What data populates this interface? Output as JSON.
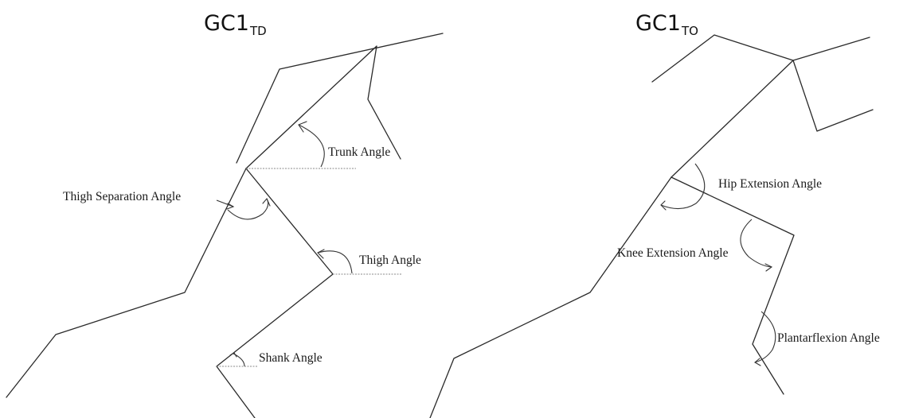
{
  "panels": [
    {
      "title": "GC1",
      "subscript": "TD"
    },
    {
      "title": "GC1",
      "subscript": "TO"
    }
  ],
  "labels": {
    "trunk": "Trunk Angle",
    "thigh_separation": "Thigh  Separation Angle",
    "thigh": "Thigh Angle",
    "shank": "Shank Angle",
    "hip_extension": "Hip Extension Angle",
    "knee_extension": "Knee Extension Angle",
    "plantarflexion": "Plantarflexion Angle"
  }
}
